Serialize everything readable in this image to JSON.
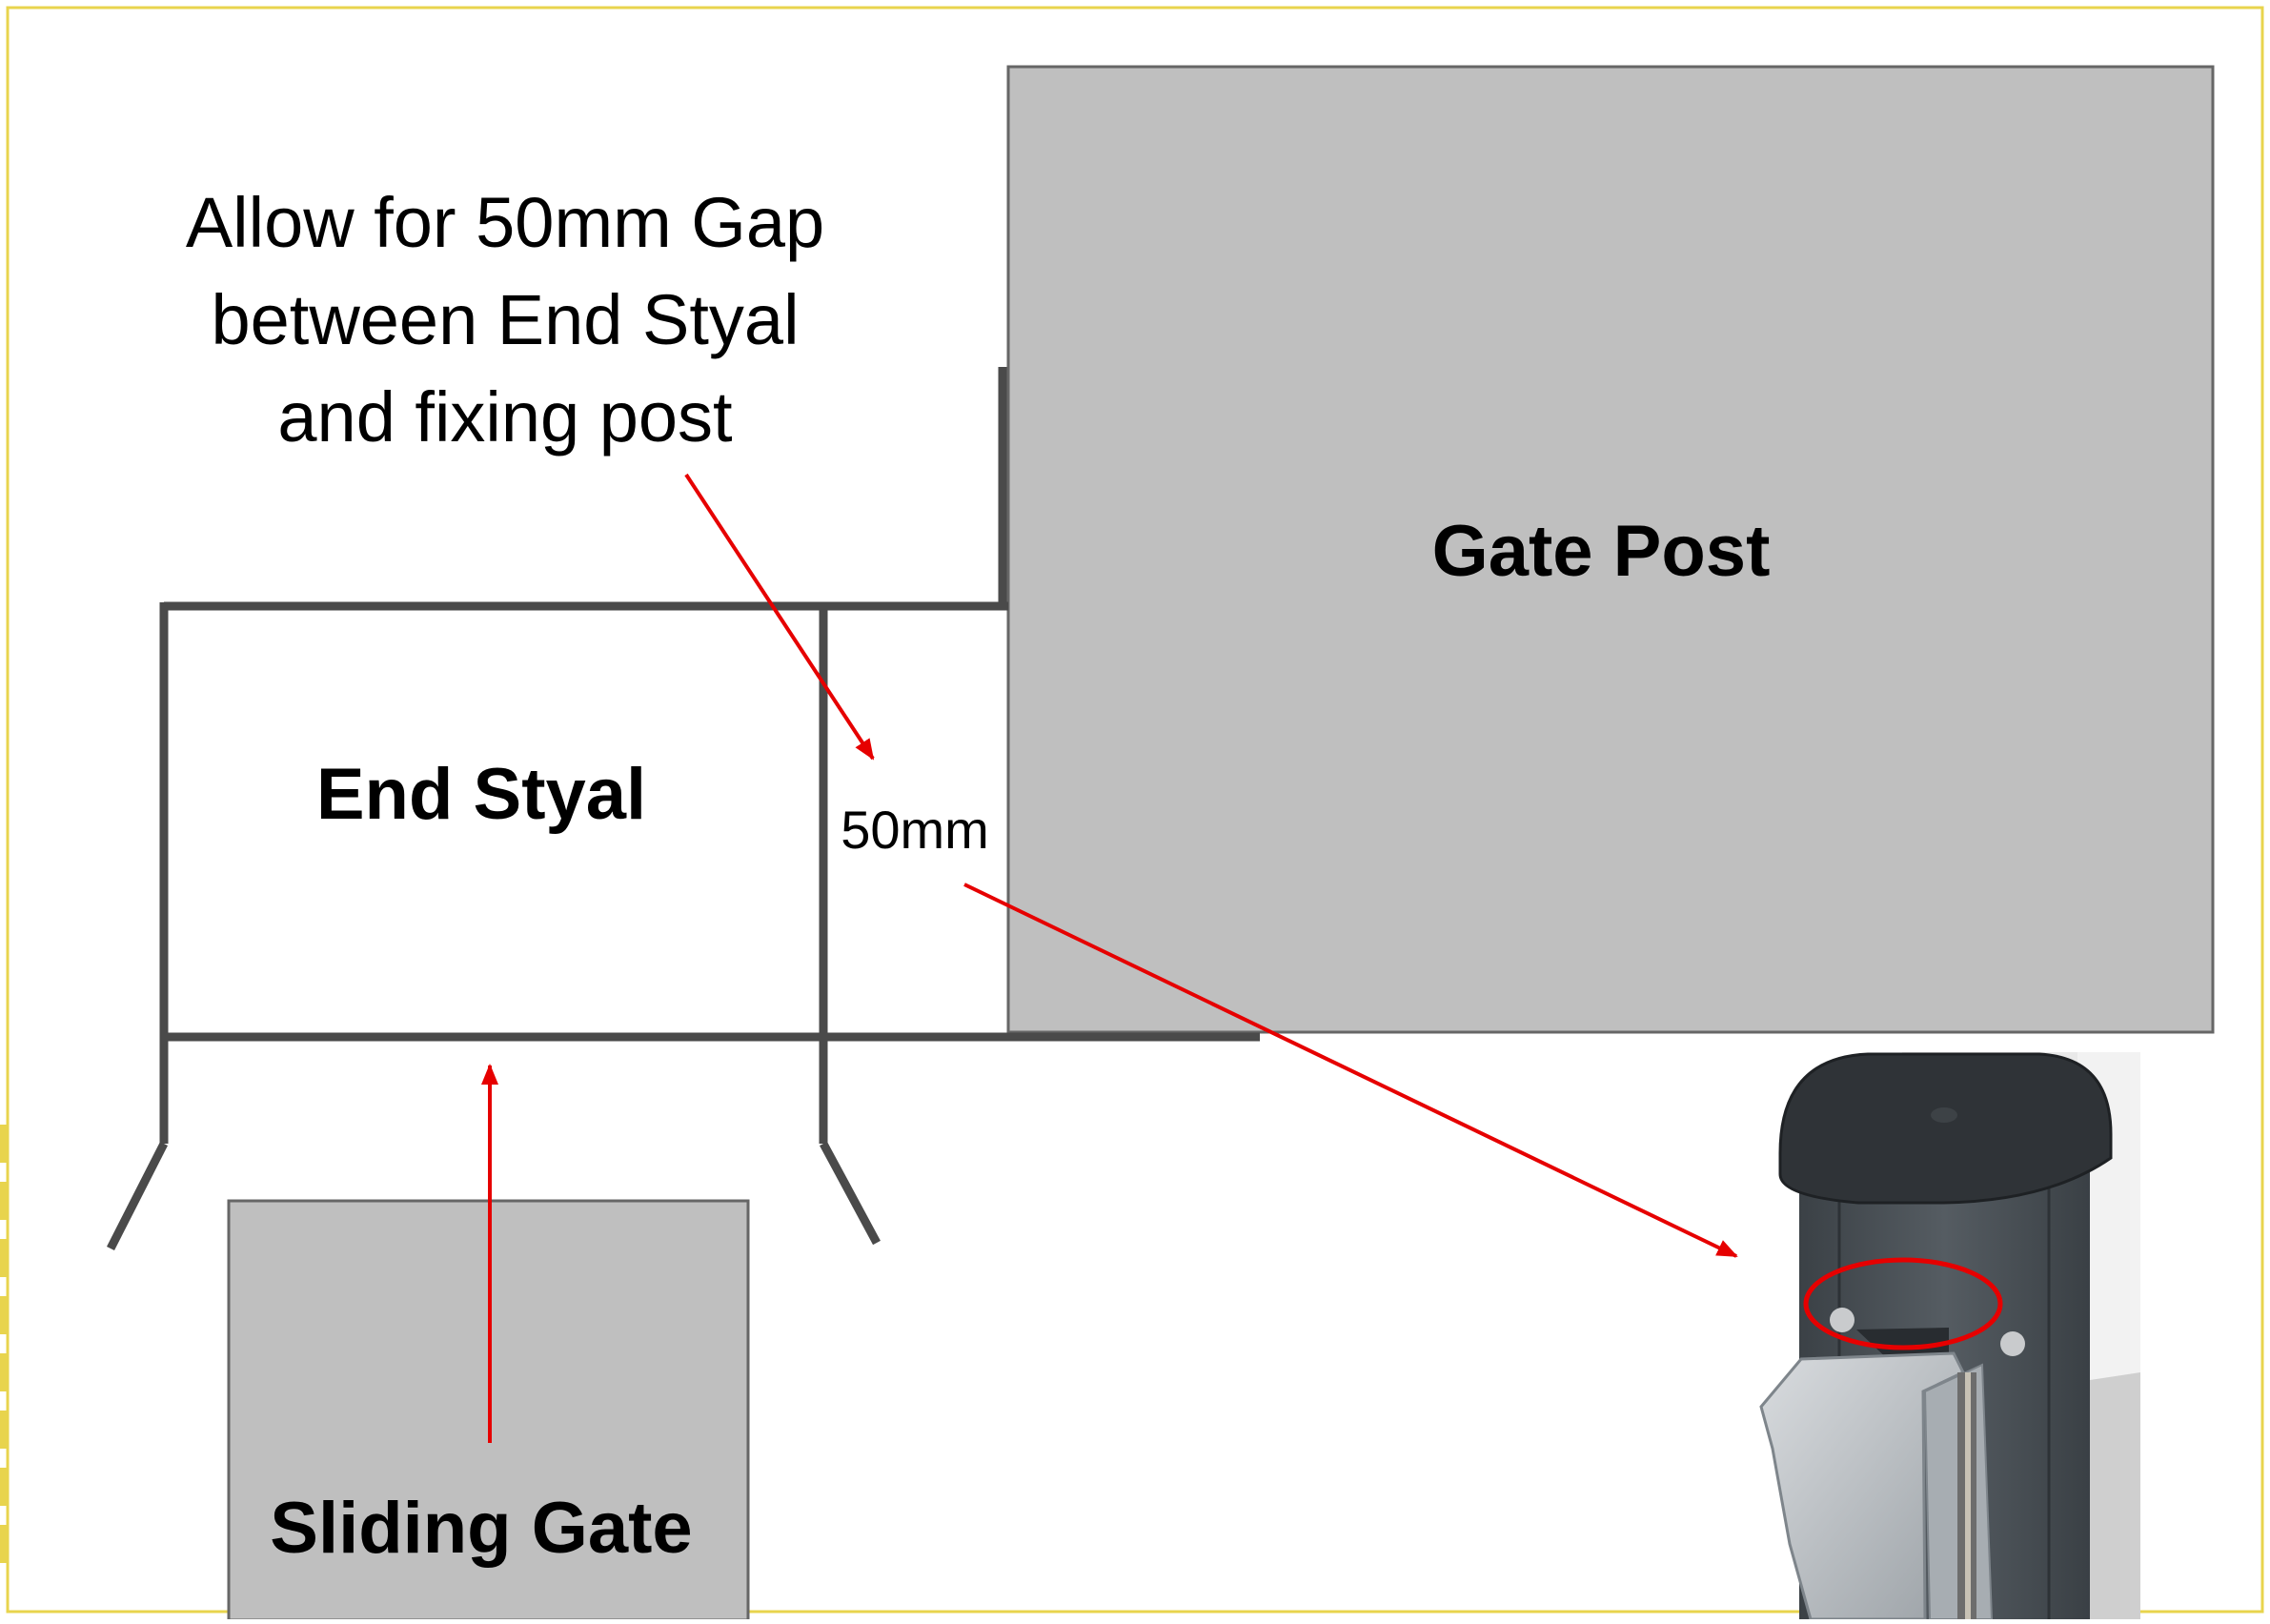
{
  "note": {
    "line1": "Allow for 50mm Gap",
    "line2": "between End Styal",
    "line3": "and fixing post"
  },
  "labels": {
    "gate_post": "Gate Post",
    "end_styal": "End Styal",
    "gap": "50mm",
    "sliding_gate": "Sliding Gate"
  },
  "colors": {
    "frame": "#e8d44d",
    "block_fill": "#bfbfbf",
    "line": "#4a4a4a",
    "arrow": "#e60000"
  }
}
